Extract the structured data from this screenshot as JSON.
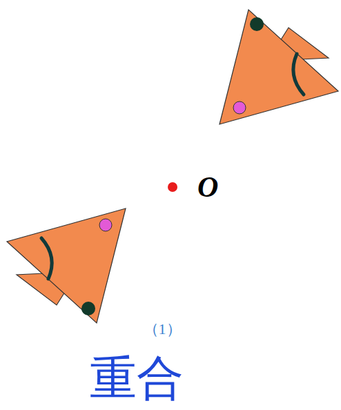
{
  "diagram": {
    "labels": [
      "O",
      "（1）",
      "重合"
    ]
  }
}
